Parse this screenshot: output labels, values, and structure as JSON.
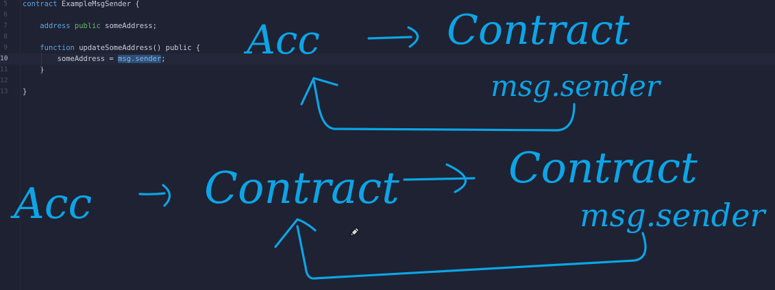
{
  "editor": {
    "lines": [
      {
        "num": "5",
        "parts": [
          {
            "t": "contract",
            "c": "kw"
          },
          {
            "t": " ExampleMsgSender {"
          }
        ]
      },
      {
        "num": "6",
        "parts": []
      },
      {
        "num": "7",
        "parts": [
          {
            "t": "    "
          },
          {
            "t": "address",
            "c": "kw"
          },
          {
            "t": " "
          },
          {
            "t": "public",
            "c": "kw2"
          },
          {
            "t": " someAddress;"
          }
        ]
      },
      {
        "num": "8",
        "parts": []
      },
      {
        "num": "9",
        "parts": [
          {
            "t": "    "
          },
          {
            "t": "function",
            "c": "kw"
          },
          {
            "t": " updateSomeAddress() public {"
          }
        ]
      },
      {
        "num": "10",
        "parts": [
          {
            "t": "        someAddress = "
          },
          {
            "t": "msg.sender",
            "c": "sel"
          },
          {
            "t": ";"
          }
        ],
        "active": true
      },
      {
        "num": "11",
        "parts": [
          {
            "t": "    }"
          }
        ]
      },
      {
        "num": "12",
        "parts": []
      },
      {
        "num": "13",
        "parts": [
          {
            "t": "}"
          }
        ]
      }
    ]
  },
  "annotations": {
    "top": {
      "from": "Acc",
      "to": "Contract",
      "note": "msg.sender"
    },
    "bottom": {
      "from": "Acc",
      "middle": "Contract",
      "to": "Contract",
      "note": "msg.sender"
    },
    "ink_color": "#0ca5e7"
  },
  "cursor": {
    "icon": "pencil-cursor-icon"
  }
}
